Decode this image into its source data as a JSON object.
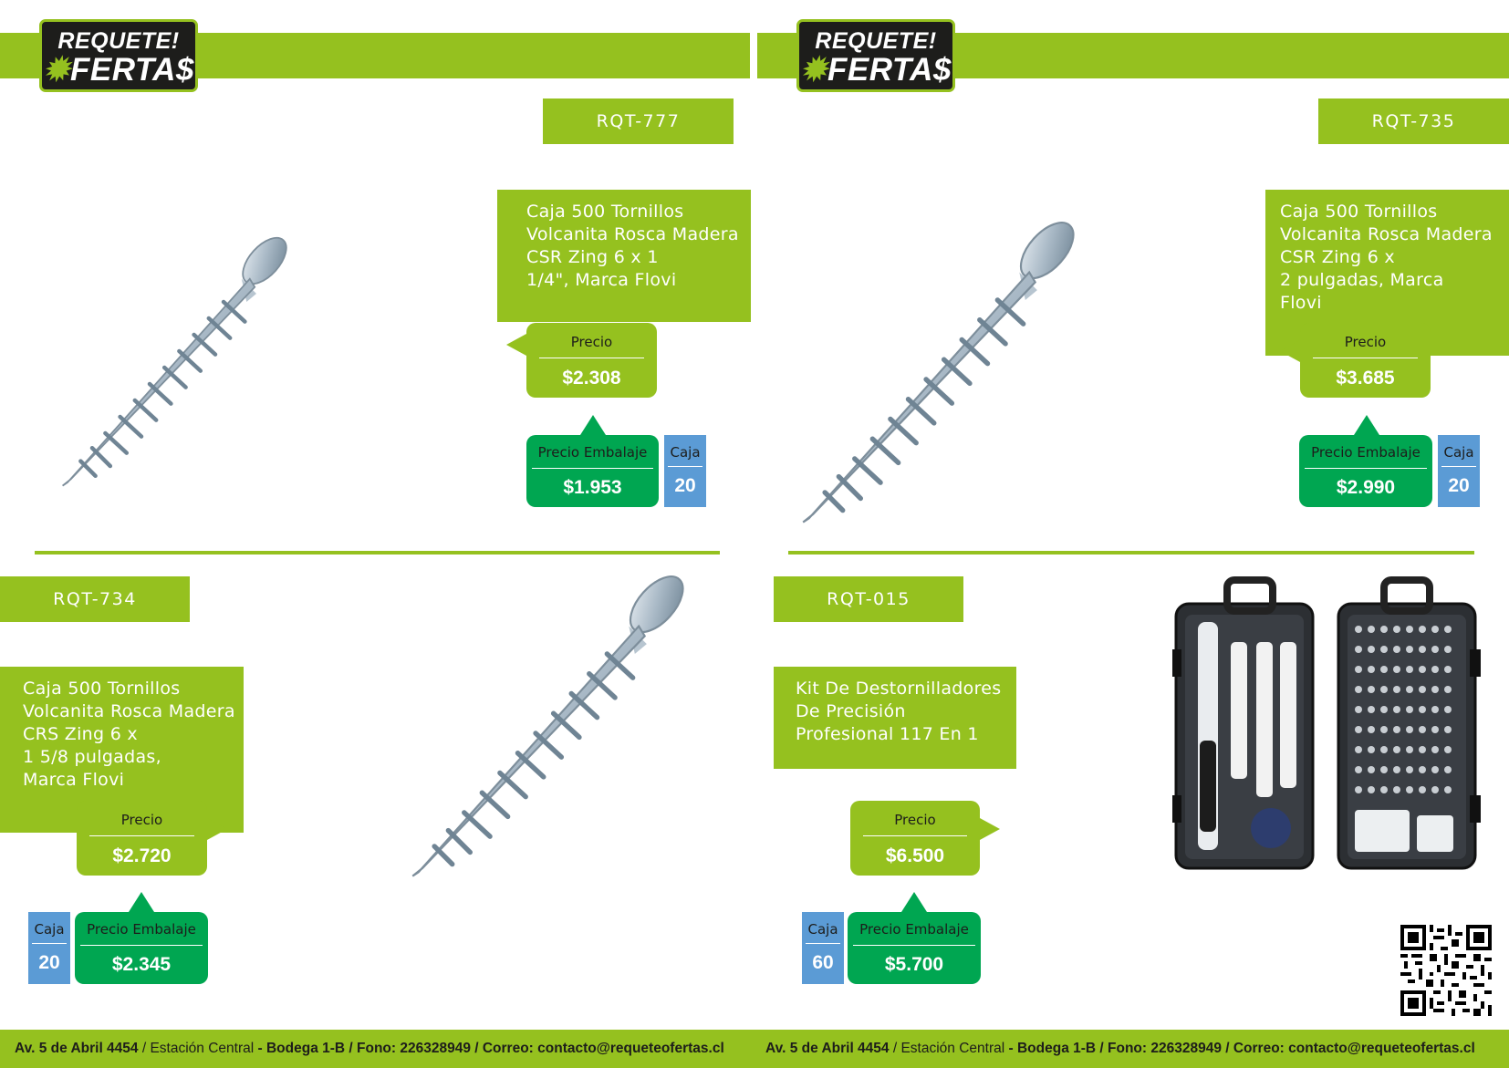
{
  "brand": {
    "logo_line1": "REQUETE!",
    "logo_line2": "FERTA$"
  },
  "products": [
    {
      "sku": "RQT-777",
      "description": "Caja 500 Tornillos\nVolcanita Rosca Madera\nCSR  Zing 6 x 1\n1/4\", Marca Flovi",
      "price_label": "Precio",
      "price": "$2.308",
      "pack_price_label": "Precio Embalaje",
      "pack_price": "$1.953",
      "box_label": "Caja",
      "box_qty": "20",
      "image": "screw-icon"
    },
    {
      "sku": "RQT-735",
      "description": "Caja 500 Tornillos\nVolcanita Rosca Madera\nCSR  Zing 6 x\n2 pulgadas, Marca\nFlovi",
      "price_label": "Precio",
      "price": "$3.685",
      "pack_price_label": "Precio Embalaje",
      "pack_price": "$2.990",
      "box_label": "Caja",
      "box_qty": "20",
      "image": "screw-icon"
    },
    {
      "sku": "RQT-734",
      "description": "Caja 500 Tornillos\nVolcanita Rosca Madera\nCRS  Zing 6 x\n1 5/8 pulgadas,\nMarca Flovi",
      "price_label": "Precio",
      "price": "$2.720",
      "pack_price_label": "Precio Embalaje",
      "pack_price": "$2.345",
      "box_label": "Caja",
      "box_qty": "20",
      "image": "screw-icon"
    },
    {
      "sku": "RQT-015",
      "description": "Kit De Destornilladores\nDe Precisión\nProfesional 117 En 1",
      "price_label": "Precio",
      "price": "$6.500",
      "pack_price_label": "Precio Embalaje",
      "pack_price": "$5.700",
      "box_label": "Caja",
      "box_qty": "60",
      "image": "screwdriver-kit-icon"
    }
  ],
  "footer": {
    "address_bold": "Av. 5 de Abril 4454",
    "sep1": " / ",
    "station": "Estación Central",
    "rest": " - Bodega 1-B / Fono: 226328949 / Correo: contacto@requeteofertas.cl"
  },
  "colors": {
    "green": "#95c11f",
    "dark_green": "#00a651",
    "blue": "#5b9bd5",
    "logo_bg": "#1d1d1b"
  }
}
